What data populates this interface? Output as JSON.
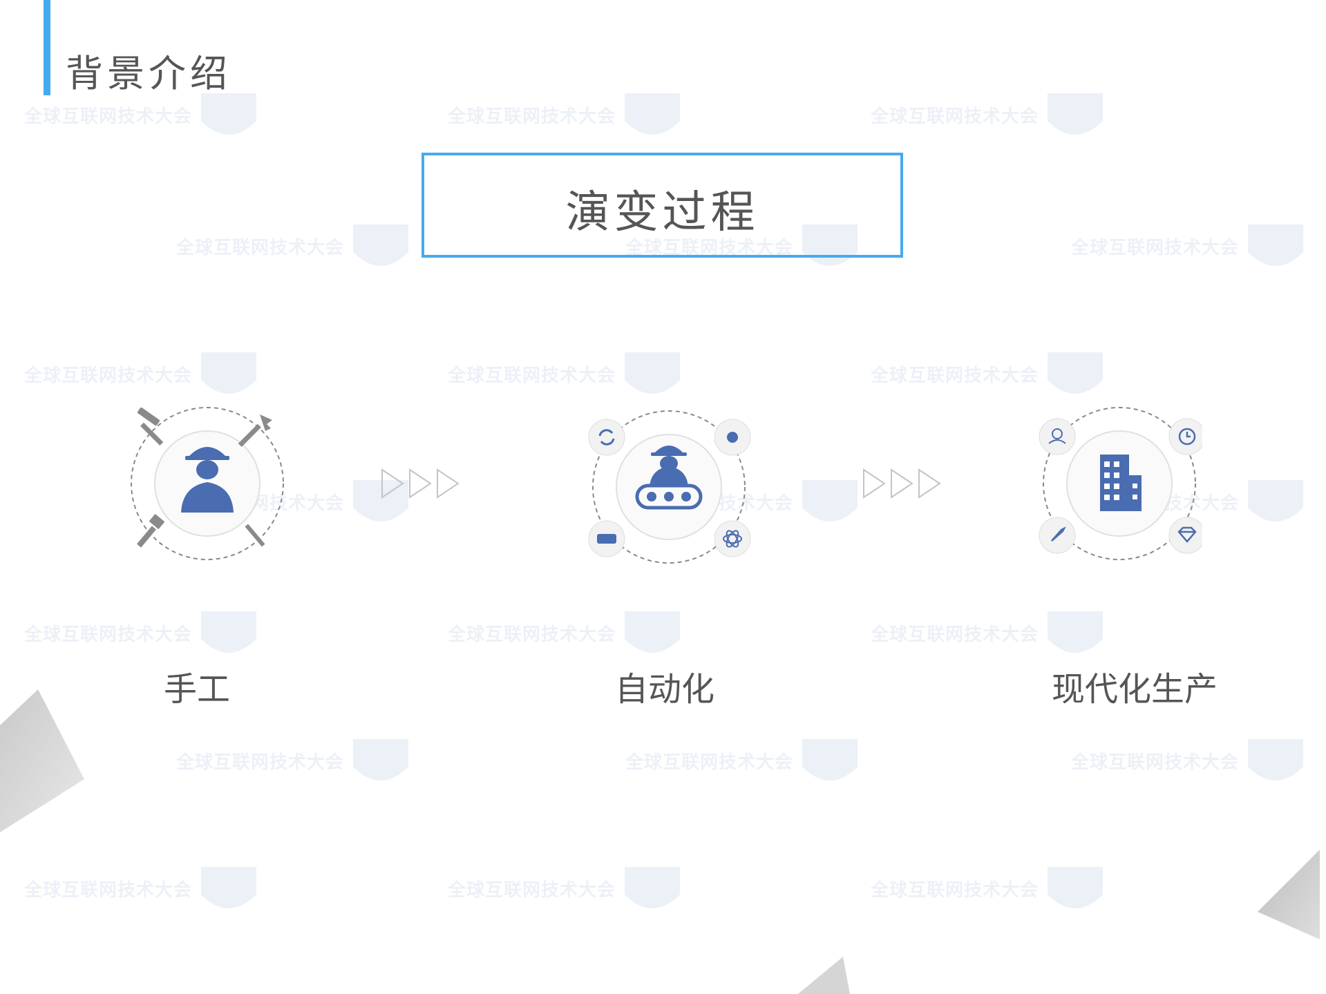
{
  "header": {
    "title": "背景介绍"
  },
  "section": {
    "title": "演变过程"
  },
  "stages": [
    {
      "label": "手工",
      "icon": "worker-tools-icon"
    },
    {
      "label": "自动化",
      "icon": "automation-worker-icon"
    },
    {
      "label": "现代化生产",
      "icon": "building-icon"
    }
  ],
  "watermark": {
    "text": "全球互联网技术大会"
  },
  "colors": {
    "accent": "#45aaf0",
    "icon": "#4a6cb0",
    "text": "#555555"
  }
}
